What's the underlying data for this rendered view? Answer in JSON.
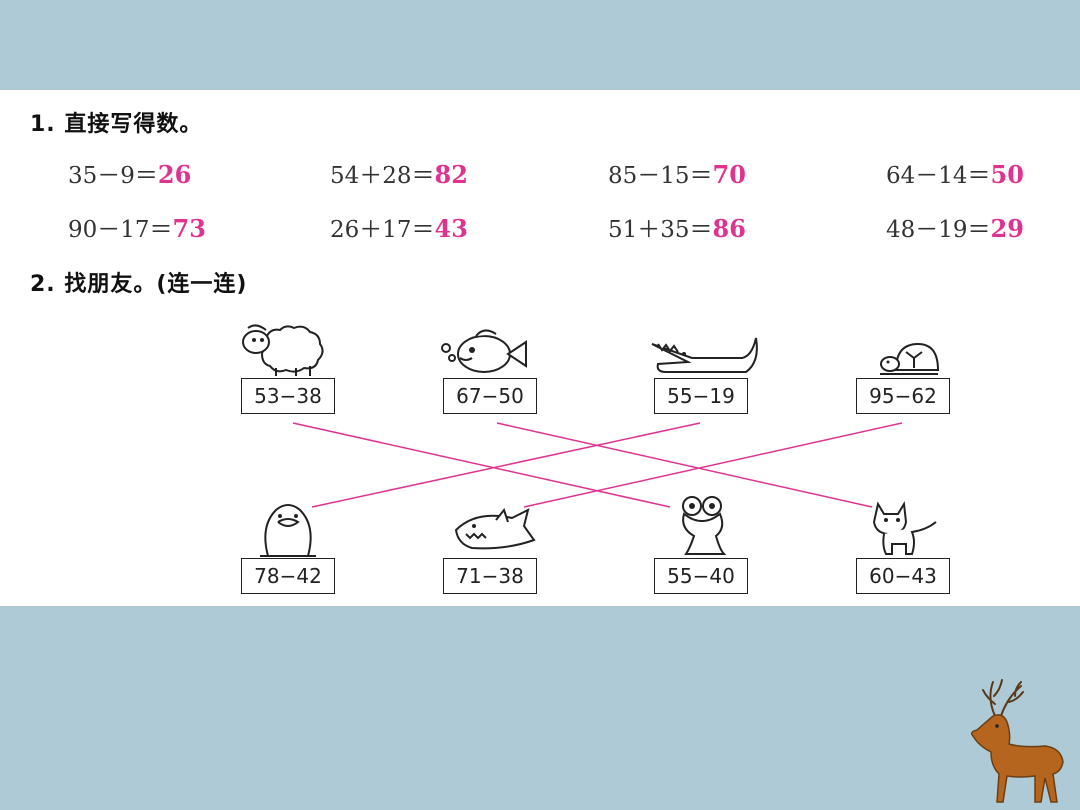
{
  "question1": {
    "title": "1. 直接写得数。",
    "rows": [
      [
        {
          "expr": "35－9＝",
          "answer": "26"
        },
        {
          "expr": "54＋28＝",
          "answer": "82"
        },
        {
          "expr": "85－15＝",
          "answer": "70"
        },
        {
          "expr": "64－14＝",
          "answer": "50"
        }
      ],
      [
        {
          "expr": "90－17＝",
          "answer": "73"
        },
        {
          "expr": "26＋17＝",
          "answer": "43"
        },
        {
          "expr": "51＋35＝",
          "answer": "86"
        },
        {
          "expr": "48－19＝",
          "answer": "29"
        }
      ]
    ]
  },
  "question2": {
    "title": "2. 找朋友。(连一连)",
    "top": [
      {
        "animal": "sheep-icon",
        "expr": "53−38"
      },
      {
        "animal": "fish-icon",
        "expr": "67−50"
      },
      {
        "animal": "crocodile-icon",
        "expr": "55−19"
      },
      {
        "animal": "turtle-icon",
        "expr": "95−62"
      }
    ],
    "bottom": [
      {
        "animal": "penguin-icon",
        "expr": "78−42"
      },
      {
        "animal": "shark-icon",
        "expr": "71−38"
      },
      {
        "animal": "frog-icon",
        "expr": "55−40"
      },
      {
        "animal": "cat-icon",
        "expr": "60−43"
      }
    ],
    "connections": [
      [
        0,
        2
      ],
      [
        1,
        3
      ],
      [
        2,
        0
      ],
      [
        3,
        1
      ]
    ],
    "line_color": "#e0338f"
  },
  "colors": {
    "band": "#aecad6",
    "answer": "#e0338f"
  },
  "decoration": {
    "corner_icon": "deer-icon"
  }
}
